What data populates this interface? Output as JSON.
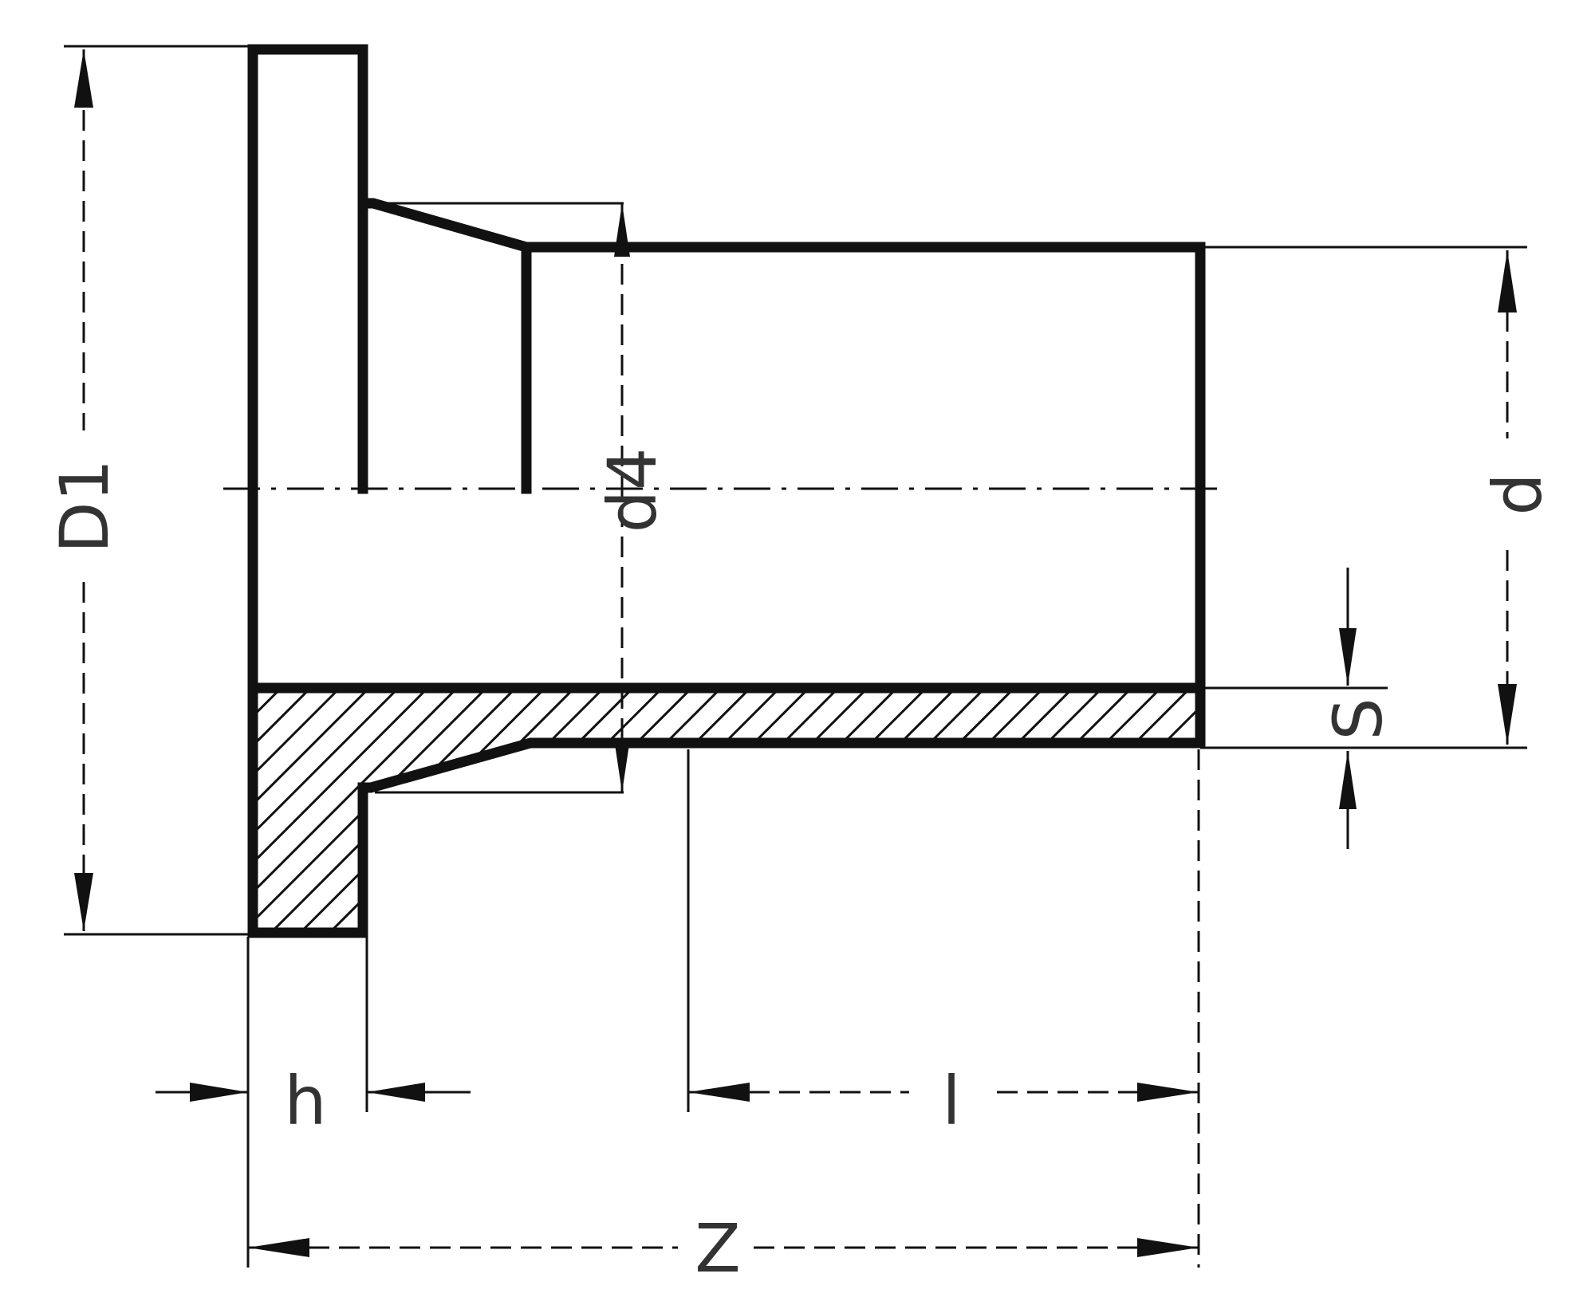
{
  "dimensions": {
    "D1": "D1",
    "d4": "d4",
    "d": "d",
    "s": "S",
    "h": "h",
    "l": "l",
    "z": "Z"
  },
  "colors": {
    "line": "#111111",
    "text": "#333333",
    "background": "#ffffff"
  }
}
